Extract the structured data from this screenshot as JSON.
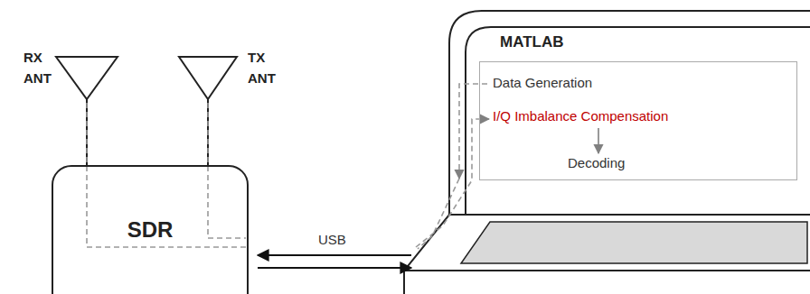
{
  "diagram": {
    "nodes": [
      {
        "text": [
          "SDR"
        ]
      },
      {
        "text": [
          "MATLAB"
        ]
      },
      {
        "text": [
          "Data Generation"
        ],
        "in": 1
      },
      {
        "text": [
          "I/Q Imbalance Compensation"
        ],
        "in": 1
      },
      {
        "text": [
          "Decoding"
        ],
        "in": 1
      }
    ],
    "edges": [
      {
        "from": 3,
        "to": 4,
        "arrow": "to"
      }
    ],
    "labels": [
      "RX ANT",
      "TX ANT",
      "USB"
    ]
  }
}
